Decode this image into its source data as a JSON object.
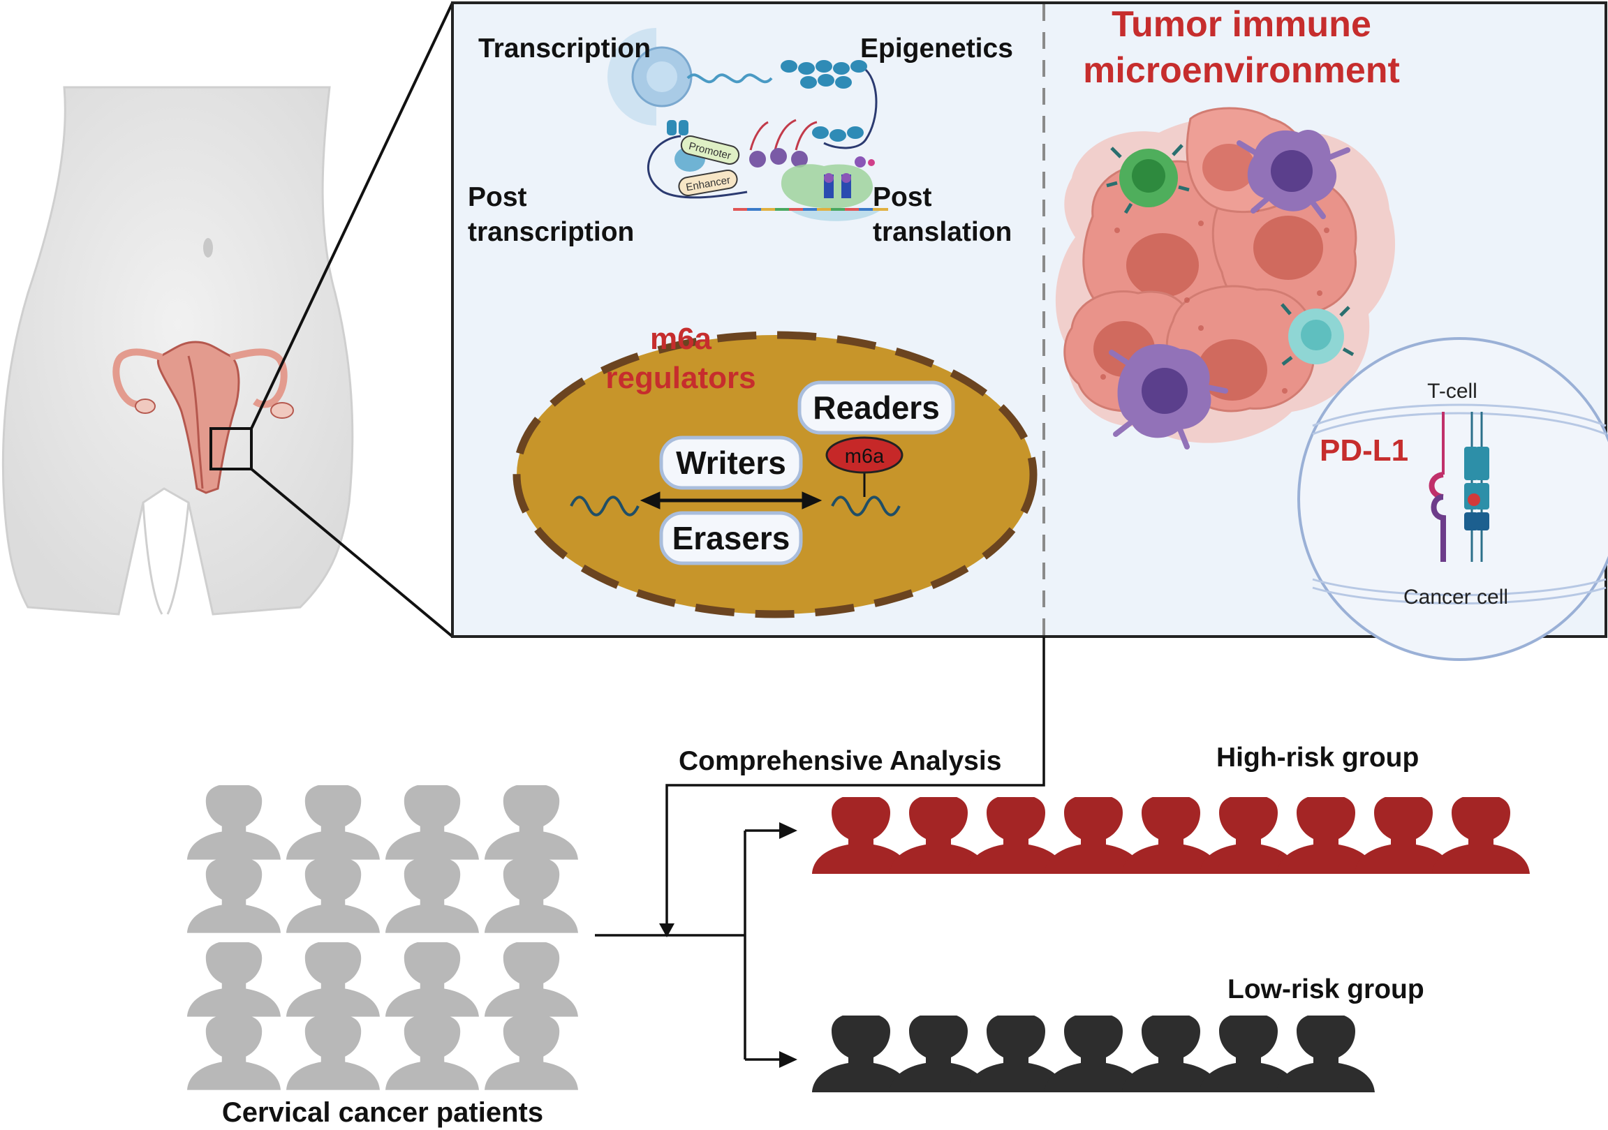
{
  "panel": {
    "labels": {
      "transcription": "Transcription",
      "epigenetics": "Epigenetics",
      "post_transcription_1": "Post",
      "post_transcription_2": "transcription",
      "post_translation_1": "Post",
      "post_translation_2": "translation",
      "promoter": "Promoter",
      "enhancer": "Enhancer"
    },
    "m6a": {
      "title_1": "m6a",
      "title_2": "regulators",
      "readers": "Readers",
      "writers": "Writers",
      "erasers": "Erasers",
      "mark": "m6a"
    },
    "tme": {
      "title_1": "Tumor immune",
      "title_2": "microenvironment",
      "t_cell": "T-cell",
      "pd_l1": "PD-L1",
      "cancer_cell": "Cancer cell"
    }
  },
  "flow": {
    "comprehensive_analysis": "Comprehensive Analysis",
    "high_risk": "High-risk group",
    "low_risk": "Low-risk group",
    "patients": "Cervical cancer patients"
  },
  "groups": {
    "patients_rows": 4,
    "patients_cols": 4,
    "high_risk_count": 9,
    "low_risk_count": 7
  },
  "colors": {
    "panel_bg": "#edf3fa",
    "label_red": "#c62d2d",
    "m6a_fill": "#c7952a",
    "m6a_dash": "#6b4420",
    "pill_border": "#a9bddc",
    "pill_bg": "#f4f7fc",
    "patient_gray": "#b8b8b8",
    "high_risk": "#a42525",
    "low_risk": "#2d2d2d",
    "cancer_cell": "#e9938a",
    "nucleus": "#d06a5e"
  }
}
